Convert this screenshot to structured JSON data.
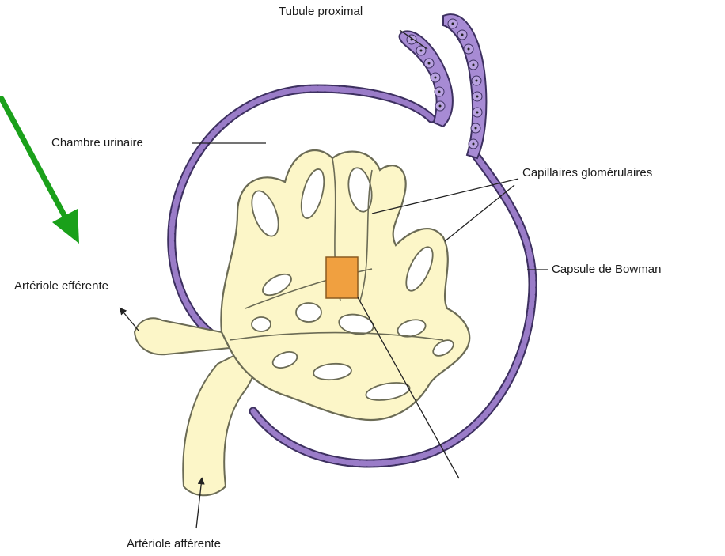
{
  "labels": {
    "tubule_proximal": "Tubule proximal",
    "chambre_urinaire": "Chambre urinaire",
    "capillaires_glomerulaires": "Capillaires glomérulaires",
    "capsule_de_bowman": "Capsule de Bowman",
    "arteriole_efferente": "Artériole efférente",
    "arteriole_afferente": "Artériole afférente"
  },
  "colors": {
    "capillary_fill": "#fcf6c8",
    "capillary_stroke": "#6b6b55",
    "capsule_cells": "#9a7cc8",
    "capsule_outline": "#3d3060",
    "tubule_cells": "#a78bd4",
    "highlight_box": "#f0a040",
    "pointer_arrow": "#1aa01a",
    "leader_line": "#222222"
  }
}
